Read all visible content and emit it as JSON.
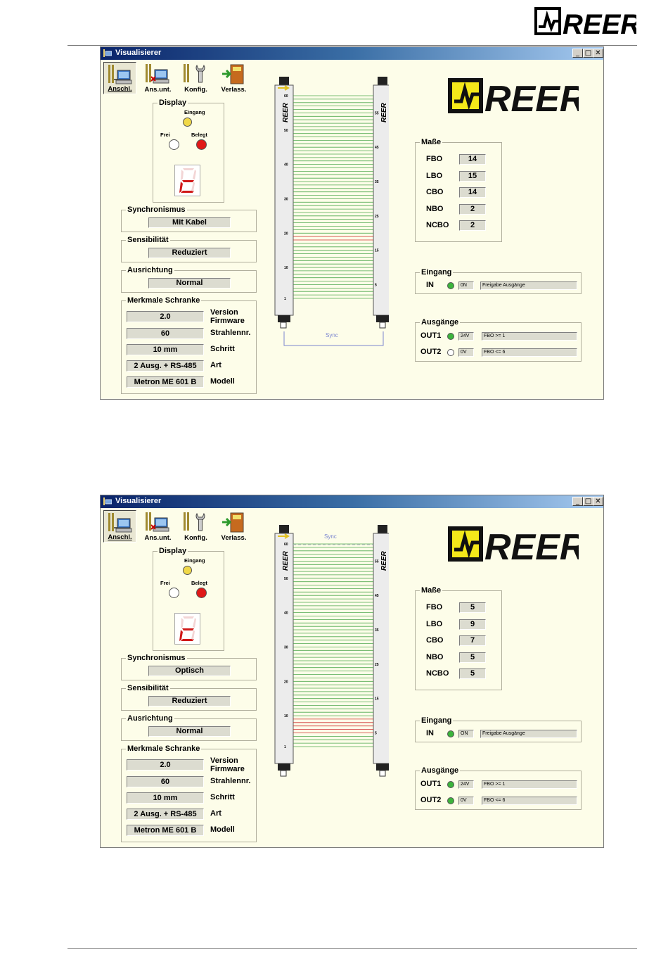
{
  "page": {
    "brand": "REER"
  },
  "windows": [
    {
      "title": "Visualisierer",
      "toolbar": [
        {
          "label": "Anschl.",
          "icon": "monitor-icon",
          "pressed": true
        },
        {
          "label": "Ans.unt.",
          "icon": "monitor-x-icon",
          "pressed": false
        },
        {
          "label": "Konfig.",
          "icon": "wrench-icon",
          "pressed": false
        },
        {
          "label": "Verlass.",
          "icon": "exit-door-icon",
          "pressed": false
        }
      ],
      "display": {
        "label": "Display",
        "eingang": "Eingang",
        "frei": "Frei",
        "belegt": "Belegt",
        "digit": "c"
      },
      "synchronismus": {
        "label": "Synchronismus",
        "value": "Mit Kabel"
      },
      "sensibilitaet": {
        "label": "Sensibilität",
        "value": "Reduziert"
      },
      "ausrichtung": {
        "label": "Ausrichtung",
        "value": "Normal"
      },
      "merkmale": {
        "label": "Merkmale Schranke",
        "rows": [
          {
            "value": "2.0",
            "label": "Version Firmware"
          },
          {
            "value": "60",
            "label": "Strahlennr."
          },
          {
            "value": "10 mm",
            "label": "Schritt"
          },
          {
            "value": "2 Ausg. + RS-485",
            "label": "Art"
          },
          {
            "value": "Metron ME 601 B",
            "label": "Modell"
          }
        ]
      },
      "barrier": {
        "brand": "REER",
        "sync": "Sync",
        "sync_position": "bottom",
        "left_ticks": [
          "60",
          "50",
          "40",
          "30",
          "20",
          "10",
          "1"
        ],
        "right_ticks": [
          "55",
          "45",
          "35",
          "25",
          "15",
          "5"
        ],
        "beams_total": 60,
        "interrupted_beams": [
          18,
          19
        ]
      },
      "masse": {
        "label": "Maße",
        "rows": [
          {
            "label": "FBO",
            "value": "14"
          },
          {
            "label": "LBO",
            "value": "15"
          },
          {
            "label": "CBO",
            "value": "14"
          },
          {
            "label": "NBO",
            "value": "2"
          },
          {
            "label": "NCBO",
            "value": "2"
          }
        ]
      },
      "eingang": {
        "label": "Eingang",
        "in_label": "IN",
        "state": "0N",
        "desc": "Freigabe Ausgänge",
        "led": "#3CB43C"
      },
      "ausgaenge": {
        "label": "Ausgänge",
        "rows": [
          {
            "label": "OUT1",
            "state": "24V",
            "desc": "FBO >= 1",
            "led": "#3CB43C"
          },
          {
            "label": "OUT2",
            "state": "0V",
            "desc": "FBO <= 6",
            "led": "#FFFFFF"
          }
        ]
      }
    },
    {
      "title": "Visualisierer",
      "toolbar": [
        {
          "label": "Anschl.",
          "icon": "monitor-icon",
          "pressed": true
        },
        {
          "label": "Ans.unt.",
          "icon": "monitor-x-icon",
          "pressed": false
        },
        {
          "label": "Konfig.",
          "icon": "wrench-icon",
          "pressed": false
        },
        {
          "label": "Verlass.",
          "icon": "exit-door-icon",
          "pressed": false
        }
      ],
      "display": {
        "label": "Display",
        "eingang": "Eingang",
        "frei": "Frei",
        "belegt": "Belegt",
        "digit": "c"
      },
      "synchronismus": {
        "label": "Synchronismus",
        "value": "Optisch"
      },
      "sensibilitaet": {
        "label": "Sensibilität",
        "value": "Reduziert"
      },
      "ausrichtung": {
        "label": "Ausrichtung",
        "value": "Normal"
      },
      "merkmale": {
        "label": "Merkmale Schranke",
        "rows": [
          {
            "value": "2.0",
            "label": "Version Firmware"
          },
          {
            "value": "60",
            "label": "Strahlennr."
          },
          {
            "value": "10 mm",
            "label": "Schritt"
          },
          {
            "value": "2 Ausg. + RS-485",
            "label": "Art"
          },
          {
            "value": "Metron ME 601 B",
            "label": "Modell"
          }
        ]
      },
      "barrier": {
        "brand": "REER",
        "sync": "Sync",
        "sync_position": "top",
        "left_ticks": [
          "60",
          "50",
          "40",
          "30",
          "20",
          "10",
          "1"
        ],
        "right_ticks": [
          "55",
          "45",
          "35",
          "25",
          "15",
          "5"
        ],
        "beams_total": 60,
        "interrupted_beams": [
          5,
          6,
          7,
          8,
          9
        ]
      },
      "masse": {
        "label": "Maße",
        "rows": [
          {
            "label": "FBO",
            "value": "5"
          },
          {
            "label": "LBO",
            "value": "9"
          },
          {
            "label": "CBO",
            "value": "7"
          },
          {
            "label": "NBO",
            "value": "5"
          },
          {
            "label": "NCBO",
            "value": "5"
          }
        ]
      },
      "eingang": {
        "label": "Eingang",
        "in_label": "IN",
        "state": "ON",
        "desc": "Freigabe Ausgänge",
        "led": "#3CB43C"
      },
      "ausgaenge": {
        "label": "Ausgänge",
        "rows": [
          {
            "label": "OUT1",
            "state": "24V",
            "desc": "FBO >= 1",
            "led": "#3CB43C"
          },
          {
            "label": "OUT2",
            "state": "0V",
            "desc": "FBO <= 6",
            "led": "#3CB43C"
          }
        ]
      }
    }
  ]
}
